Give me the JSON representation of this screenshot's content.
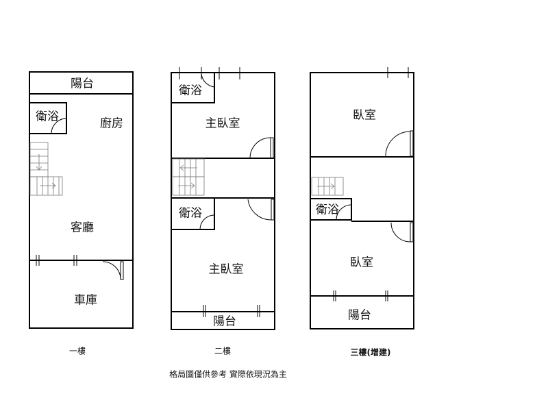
{
  "floors": [
    {
      "caption": "一樓",
      "rooms": [
        "陽台",
        "衛浴",
        "廚房",
        "客廳",
        "車庫"
      ]
    },
    {
      "caption": "二樓",
      "rooms": [
        "衛浴",
        "主臥室",
        "衛浴",
        "主臥室",
        "陽台"
      ]
    },
    {
      "caption": "三樓(增建)",
      "rooms": [
        "臥室",
        "衛浴",
        "臥室",
        "陽台"
      ]
    }
  ],
  "note": "格局圖僅供參考 實際依現況為主"
}
